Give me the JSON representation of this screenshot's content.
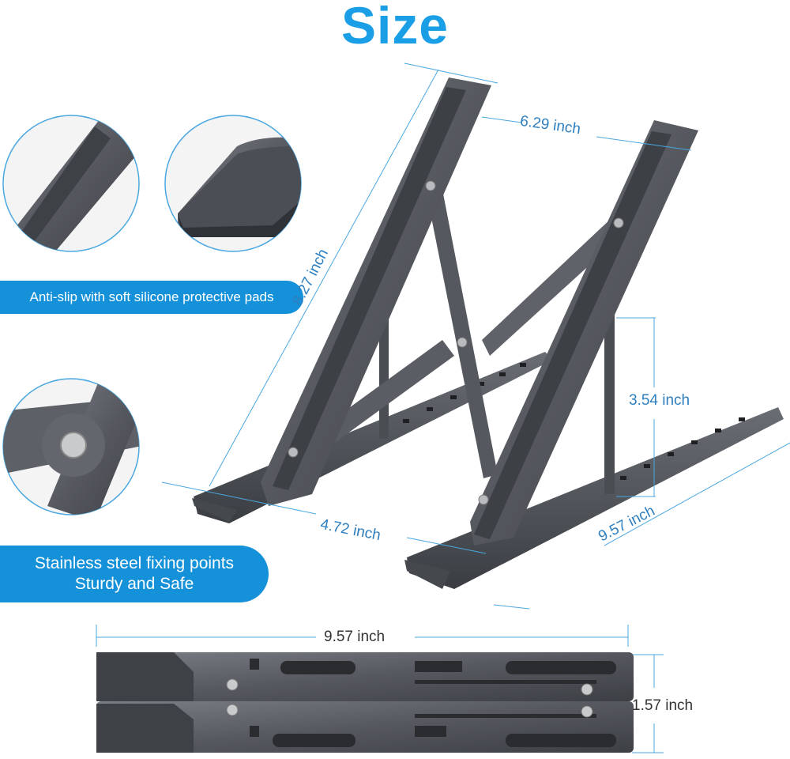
{
  "title": "Size",
  "callouts": {
    "pads": "Anti-slip with soft silicone protective pads",
    "fixing_line1": "Stainless steel fixing points",
    "fixing_line2": "Sturdy and Safe"
  },
  "dimensions": {
    "top_width": "6.29 inch",
    "arm_length": "8.27 inch",
    "height": "3.54 inch",
    "foot_width": "4.72 inch",
    "depth": "9.57 inch",
    "folded_length": "9.57 inch",
    "folded_height": "1.57 inch"
  },
  "colors": {
    "accent": "#1591d9",
    "title": "#1a9ee6",
    "dimension_text": "#2e7fbf",
    "metal": "#55585e"
  }
}
